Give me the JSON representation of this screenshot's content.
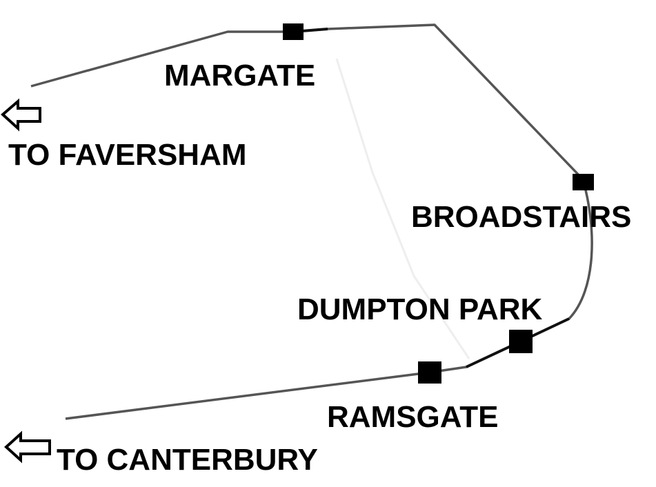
{
  "colors": {
    "line": "#555555",
    "station": "#000000",
    "text": "#000000",
    "background": "#ffffff"
  },
  "stations": {
    "margate": "MARGATE",
    "broadstairs": "BROADSTAIRS",
    "dumpton_park": "DUMPTON PARK",
    "ramsgate": "RAMSGATE"
  },
  "directions": {
    "faversham": "TO FAVERSHAM",
    "canterbury": "TO CANTERBURY"
  }
}
